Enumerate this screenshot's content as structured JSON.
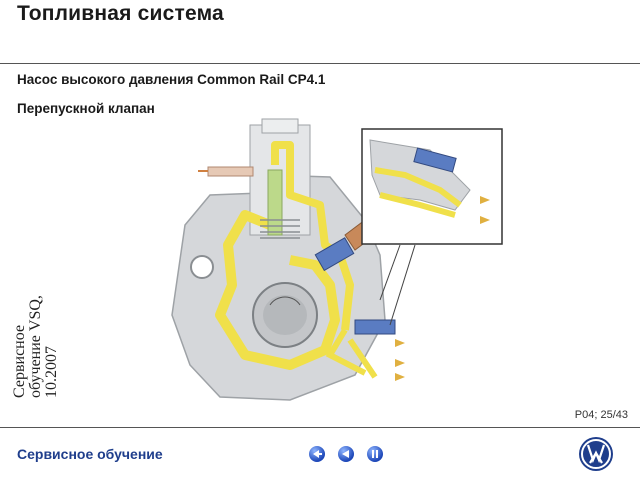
{
  "header": {
    "title": "Топливная система",
    "subtitle1": "Насос высокого давления Common Rail CP4.1",
    "subtitle2": "Перепускной клапан"
  },
  "side_label": {
    "line1": "Сервисное",
    "line2": "обучение VSQ,",
    "line3": "10.2007"
  },
  "page_number": "P04; 25/43",
  "footer": {
    "label": "Сервисное обучение",
    "nav": [
      "back-start-icon",
      "previous-icon",
      "pause-icon"
    ]
  },
  "colors": {
    "footer_text": "#1f3e8c",
    "fuel": "#f0e04a",
    "housing": "#d5d7da"
  }
}
